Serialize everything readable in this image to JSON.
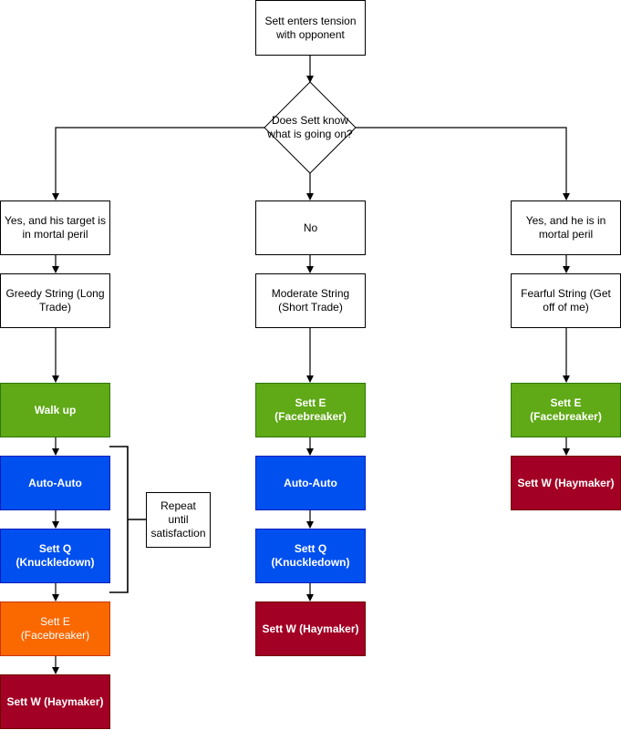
{
  "start": "Sett enters tension with opponent",
  "decision": "Does Sett know what is going on?",
  "branches": {
    "left": {
      "condition": "Yes, and his target is in mortal peril",
      "strategy": "Greedy String (Long Trade)",
      "steps": [
        "Walk up",
        "Auto-Auto",
        "Sett Q (Knuckledown)",
        "Sett E (Facebreaker)",
        "Sett W (Haymaker)"
      ],
      "loop_note": "Repeat until satisfaction"
    },
    "middle": {
      "condition": "No",
      "strategy": "Moderate String (Short Trade)",
      "steps": [
        "Sett E (Facebreaker)",
        "Auto-Auto",
        "Sett Q (Knuckledown)",
        "Sett W (Haymaker)"
      ]
    },
    "right": {
      "condition": "Yes, and he is in mortal peril",
      "strategy": "Fearful String (Get off of me)",
      "steps": [
        "Sett E (Facebreaker)",
        "Sett W (Haymaker)"
      ]
    }
  },
  "colors": {
    "walk_up": "#60a917",
    "auto_and_q": "#0050ef",
    "e_facebreaker_green": "#60a917",
    "e_facebreaker_orange": "#fa6800",
    "w_haymaker": "#a20025",
    "line": "#000000"
  }
}
